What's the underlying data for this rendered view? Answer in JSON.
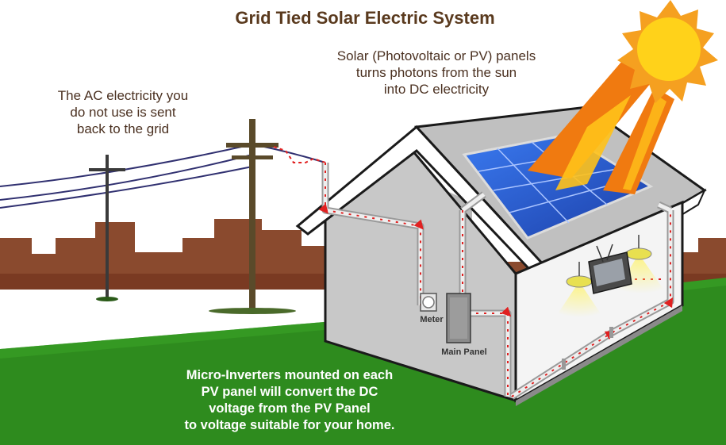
{
  "title": "Grid Tied Solar Electric System",
  "captions": {
    "pv_panels": [
      "Solar (Photovoltaic or PV) panels",
      "turns photons from the sun",
      "into DC electricity"
    ],
    "grid": [
      "The AC electricity you",
      "do not use is sent",
      "back to the grid"
    ],
    "inverters": [
      "Micro-Inverters mounted on each",
      "PV panel will convert the DC",
      "voltage from the PV Panel",
      "to voltage suitable for your home."
    ]
  },
  "labels": {
    "meter": "Meter",
    "main_panel": "Main Panel"
  },
  "colors": {
    "sky": "#ffffff",
    "grass": "#2e8b1e",
    "skyline": "#8a4a2e",
    "house_wall": "#c8c8c8",
    "roof": "#bcbcbc",
    "solar_panel": "#2a5bd8",
    "sun": "#ffd21a",
    "sun_rays": "#f07a10",
    "conduit": "#e8e8e8",
    "current_arrows": "#e02020",
    "pole": "#5a4a2a"
  },
  "icons": [
    "sun-icon",
    "solar-panel-icon",
    "utility-pole-icon",
    "meter-icon",
    "main-panel-icon",
    "lamp-icon",
    "tv-icon"
  ]
}
